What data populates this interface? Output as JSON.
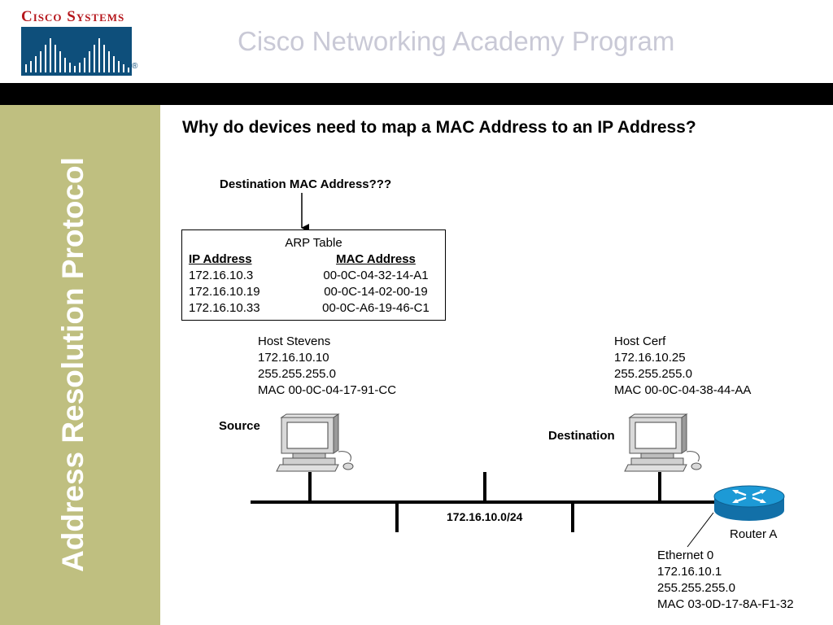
{
  "header": {
    "logo_text": "Cisco Systems",
    "title": "Cisco Networking Academy Program"
  },
  "sidebar": {
    "title": "Address Resolution Protocol"
  },
  "question": "Why do devices need to map a MAC Address to an IP Address?",
  "destination_mac_question": "Destination MAC Address???",
  "arp_table": {
    "title": "ARP Table",
    "headers": [
      "IP Address",
      "MAC Address"
    ],
    "rows": [
      [
        "172.16.10.3",
        "00-0C-04-32-14-A1"
      ],
      [
        "172.16.10.19",
        "00-0C-14-02-00-19"
      ],
      [
        "172.16.10.33",
        "00-0C-A6-19-46-C1"
      ]
    ]
  },
  "source_host": {
    "role": "Source",
    "lines": [
      "Host Stevens",
      "172.16.10.10",
      "255.255.255.0",
      "MAC 00-0C-04-17-91-CC"
    ]
  },
  "destination_host": {
    "role": "Destination",
    "lines": [
      "Host Cerf",
      "172.16.10.25",
      "255.255.255.0",
      "MAC 00-0C-04-38-44-AA"
    ]
  },
  "network": {
    "label": "172.16.10.0/24"
  },
  "router": {
    "name": "Router A",
    "lines": [
      "Ethernet 0",
      "172.16.10.1",
      "255.255.255.0",
      "MAC 03-0D-17-8A-F1-32"
    ]
  },
  "colors": {
    "sidebar": "#bfbf80",
    "logo_red": "#b5161b",
    "logo_blue": "#0e4f7b",
    "title_gray": "#c9c9d6",
    "router_blue": "#1d9ad6"
  }
}
